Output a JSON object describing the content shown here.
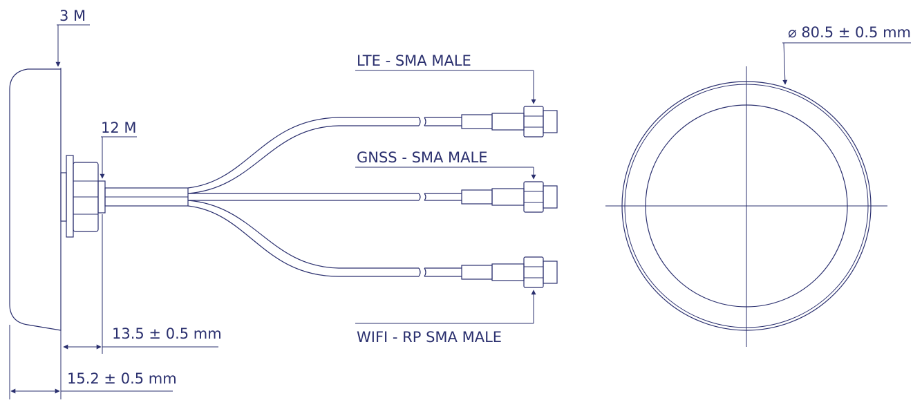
{
  "labels": {
    "cable_length_3m": "3 M",
    "cable_length_12m": "12 M",
    "lte_connector": "LTE - SMA MALE",
    "gnss_connector": "GNSS - SMA MALE",
    "wifi_connector": "WIFI - RP SMA MALE",
    "base_dimension": "13.5 ± 0.5 mm",
    "height_dimension": "15.2 ± 0.5 mm",
    "diameter_dimension": "⌀ 80.5 ± 0.5 mm"
  },
  "colors": {
    "line": "#2a2f6e",
    "background": "#ffffff"
  }
}
